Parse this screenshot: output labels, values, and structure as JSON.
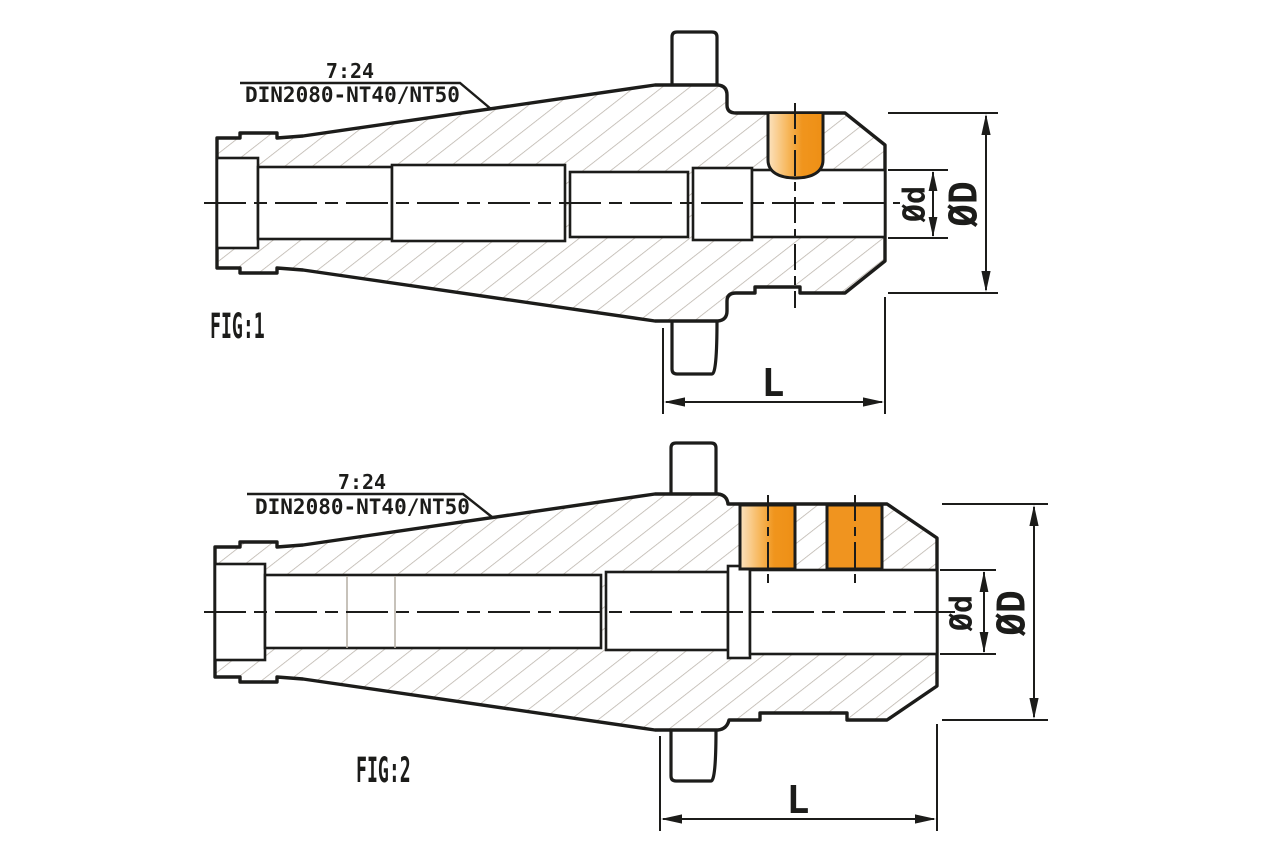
{
  "figures": [
    {
      "name": "FIG:1",
      "taper_ratio": "7:24",
      "standard": "DIN2080-NT40/NT50",
      "dim_inner_diameter": "Ød",
      "dim_outer_diameter": "ØD",
      "dim_length": "L",
      "highlighted_features": "1 threaded cross-hole insert (orange)"
    },
    {
      "name": "FIG:2",
      "taper_ratio": "7:24",
      "standard": "DIN2080-NT40/NT50",
      "dim_inner_diameter": "Ød",
      "dim_outer_diameter": "ØD",
      "dim_length": "L",
      "highlighted_features": "2 threaded cross-hole inserts (orange)"
    }
  ],
  "colors": {
    "outline": "#1c1c1a",
    "hatch": "#b9b2a9",
    "highlight_orange": "#f0941f",
    "highlight_orange_light": "#fce3c0",
    "background": "#ffffff"
  }
}
